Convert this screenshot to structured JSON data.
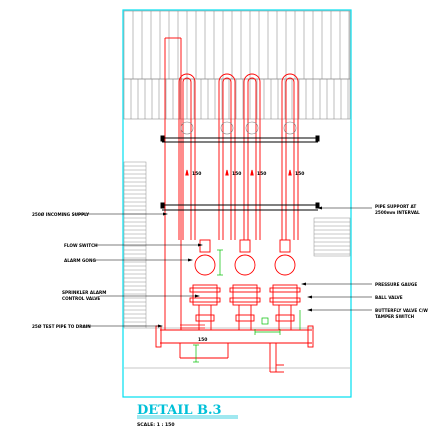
{
  "drawing": {
    "title": "DETAIL B.3",
    "scale": "SCALE: 1 : 150",
    "labels_left": [
      "250Ø INCOMING SUPPLY",
      "FLOW SWITCH",
      "ALARM GONG",
      "SPRINKLER ALARM",
      "CONTROL VALVE",
      "25Ø TEST PIPE TO DRAIN"
    ],
    "labels_right": [
      "PIPE SUPPORT AT",
      "2500mm INTERVAL",
      "PRESSURE GAUGE",
      "BALL VALVE",
      "BUTTERFLY VALVE C/W",
      "TAMPER SWITCH"
    ],
    "pipe_sizes": [
      "150",
      "150",
      "150",
      "150"
    ],
    "bottom_dimension": "150",
    "colors": {
      "frame": "#00e0f0",
      "pipe": "#ff0000",
      "linework": "#808080",
      "dimension": "#00c000",
      "annotation": "#000000",
      "title": "#00c0d8"
    }
  }
}
